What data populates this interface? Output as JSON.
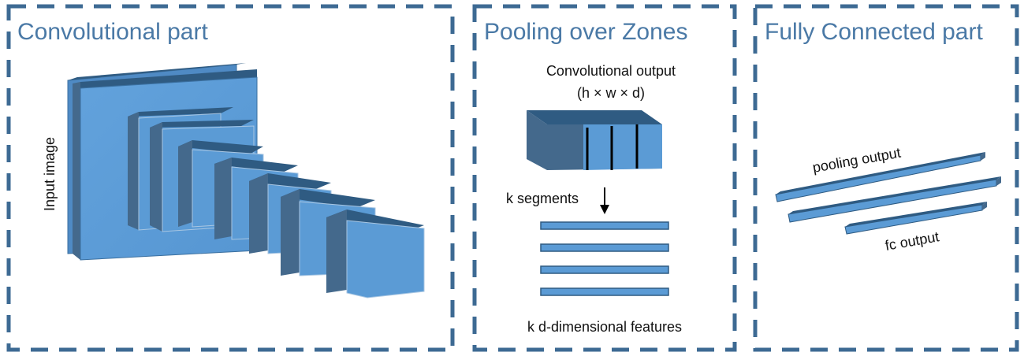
{
  "panels": {
    "convolutional": {
      "title": "Convolutional part",
      "input_label": "Input image"
    },
    "pooling": {
      "title": "Pooling over Zones",
      "conv_output_label": "Convolutional output",
      "conv_output_dims": "(h × w × d)",
      "segments_label": "k segments",
      "features_label": "k d-dimensional features"
    },
    "fully_connected": {
      "title": "Fully Connected part",
      "pooling_output_label": "pooling output",
      "fc_output_label": "fc output"
    }
  },
  "colors": {
    "border": "#3d6a93",
    "title_text": "#4a79a6",
    "block_front": "#5b9bd5",
    "block_top": "#2f5b82",
    "block_side": "#44698c",
    "text": "#111111"
  }
}
